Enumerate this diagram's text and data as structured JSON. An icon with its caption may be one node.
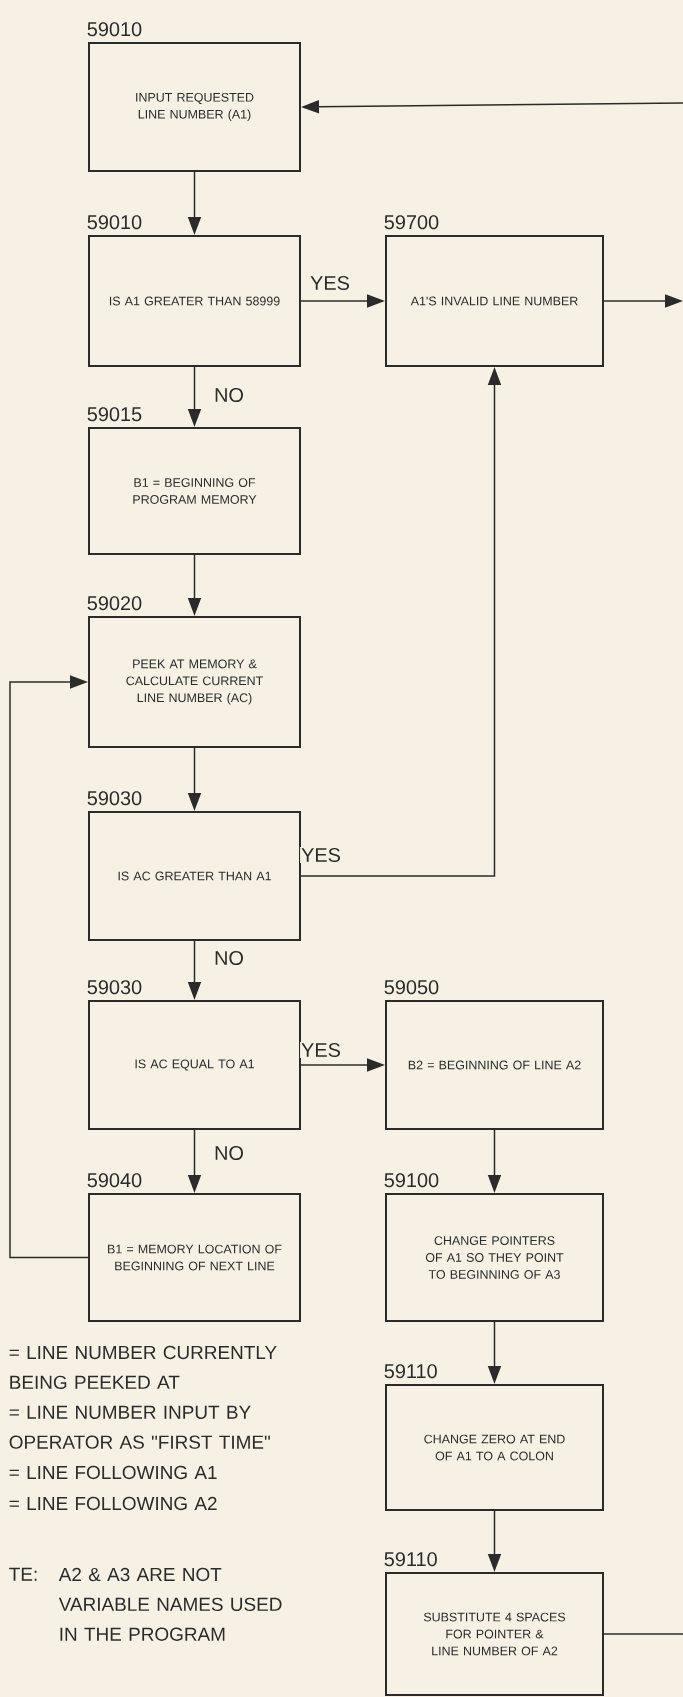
{
  "diagram": {
    "nodes": [
      {
        "text": [
          "INPUT REQUESTED LINE NUMBER (A1)"
        ],
        "beside": [
          "59010"
        ]
      },
      {
        "text": [
          "IS A1 GREATER THAN 58999"
        ],
        "beside": [
          "59010"
        ]
      },
      {
        "text": [
          "A1'S INVALID LINE NUMBER"
        ],
        "beside": [
          "59700"
        ]
      },
      {
        "text": [
          "B1 = BEGINNING OF PROGRAM MEMORY"
        ],
        "beside": [
          "59015"
        ]
      },
      {
        "text": [
          "PEEK AT MEMORY & CALCULATE CURRENT LINE NUMBER (AC)"
        ],
        "beside": [
          "59020"
        ]
      },
      {
        "text": [
          "IS AC GREATER THAN A1"
        ],
        "beside": [
          "59030"
        ]
      },
      {
        "text": [
          "IS AC EQUAL TO A1"
        ],
        "beside": [
          "59030"
        ]
      },
      {
        "text": [
          "B2 = BEGINNING OF LINE A2"
        ],
        "beside": [
          "59050"
        ]
      },
      {
        "text": [
          "B1 = MEMORY LOCATION OF BEGINNING OF NEXT LINE"
        ],
        "beside": [
          "59040"
        ]
      },
      {
        "text": [
          "CHANGE POINTERS OF A1 SO THEY POINT TO BEGINNING OF A3"
        ],
        "beside": [
          "59100"
        ]
      },
      {
        "text": [
          "CHANGE ZERO AT END OF A1 TO A COLON"
        ],
        "beside": [
          "59110"
        ]
      },
      {
        "text": [
          "SUBSTITUTE 4 SPACES FOR POINTER & LINE NUMBER OF A2"
        ],
        "beside": [
          "59110"
        ]
      }
    ],
    "edges": [
      {
        "from": 0,
        "to": 1,
        "arrow": "to"
      },
      {
        "from": 1,
        "to": 2,
        "arrow": "to",
        "label": "YES"
      },
      {
        "from": 1,
        "to": 3,
        "arrow": "to",
        "label": "NO"
      },
      {
        "from": 3,
        "to": 4,
        "arrow": "to"
      },
      {
        "from": 4,
        "to": 5,
        "arrow": "to"
      },
      {
        "from": 5,
        "to": 2,
        "arrow": "to",
        "label": "YES"
      },
      {
        "from": 5,
        "to": 6,
        "arrow": "to",
        "label": "NO"
      },
      {
        "from": 6,
        "to": 7,
        "arrow": "to",
        "label": "YES"
      },
      {
        "from": 6,
        "to": 8,
        "arrow": "to",
        "label": "NO"
      },
      {
        "from": 7,
        "to": 9,
        "arrow": "to"
      },
      {
        "from": 9,
        "to": 10,
        "arrow": "to"
      },
      {
        "from": 10,
        "to": 11,
        "arrow": "to"
      },
      {
        "from": 8,
        "to": 4,
        "arrow": "to"
      },
      {
        "from": 2,
        "to": null,
        "arrow": "to"
      },
      {
        "from": 11,
        "to": null,
        "arrow": "none"
      },
      {
        "from": null,
        "to": 0,
        "arrow": "to"
      }
    ],
    "labels": [
      "= LINE NUMBER CURRENTLY BEING PEEKED AT",
      "= LINE NUMBER INPUT BY OPERATOR AS \"FIRST TIME\"",
      "= LINE FOLLOWING A1",
      "= LINE FOLLOWING A2",
      "TE:",
      "A2 & A3 ARE NOT VARIABLE NAMES USED IN THE PROGRAM"
    ]
  }
}
